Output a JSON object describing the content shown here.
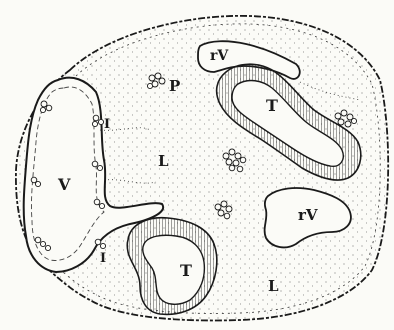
{
  "labels": {
    "p": "P",
    "l_center": "L",
    "l_lower": "L",
    "v_left": "V",
    "rv_top": "rV",
    "rv_right": "rV",
    "t_right": "T",
    "t_lower": "T",
    "i_upper": "I",
    "i_lower": "I"
  },
  "colors": {
    "ink": "#1a1a1a",
    "paper": "#fbfbf7",
    "stipple": "#555555"
  }
}
